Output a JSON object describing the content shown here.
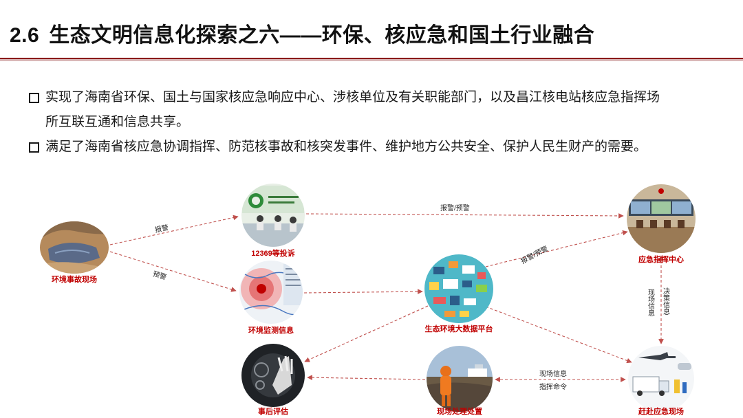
{
  "header": {
    "section_number": "2.6",
    "title": "生态文明信息化探索之六——环保、核应急和国土行业融合"
  },
  "bullets": [
    {
      "line1": "实现了海南省环保、国土与国家核应急响应中心、涉核单位及有关职能部门，以及昌江核电站核应急指挥场",
      "line2": "所互联互通和信息共享。"
    },
    {
      "line1": "满足了海南省核应急协调指挥、防范核事故和核突发事件、维护地方公共安全、保护人民生财产的需要。"
    }
  ],
  "colors": {
    "accent_red": "#c00000",
    "header_rule": "#8a1a1a",
    "edge_red": "#c0504d"
  },
  "diagram": {
    "nodes": {
      "accident_site": {
        "label": "环境事故现场",
        "icon": "landslide-scene-photo"
      },
      "complaint_12369": {
        "label": "12369等投诉",
        "icon": "complaint-center-photo"
      },
      "env_monitoring": {
        "label": "环境监测信息",
        "icon": "monitoring-map-photo"
      },
      "big_data_platform": {
        "label": "生态环境大数据平台",
        "icon": "network-devices-illustration"
      },
      "command_center": {
        "label": "应急指挥中心",
        "icon": "command-room-photo"
      },
      "post_assessment": {
        "label": "事后评估",
        "icon": "assessment-hand-photo"
      },
      "onsite_handling": {
        "label": "现场处理处置",
        "icon": "hazmat-worker-photo"
      },
      "rush_to_site": {
        "label": "赶赴应急现场",
        "icon": "emergency-vehicles-photo"
      }
    },
    "edge_labels": {
      "report": "报警",
      "warning": "预警",
      "report_warning_top": "报警/预警",
      "report_warning_diag": "报警/预警",
      "site_info": "现场信息",
      "decision_info": "决策信息",
      "site_info_bottom": "现场信息",
      "command_order": "指挥命令"
    }
  }
}
